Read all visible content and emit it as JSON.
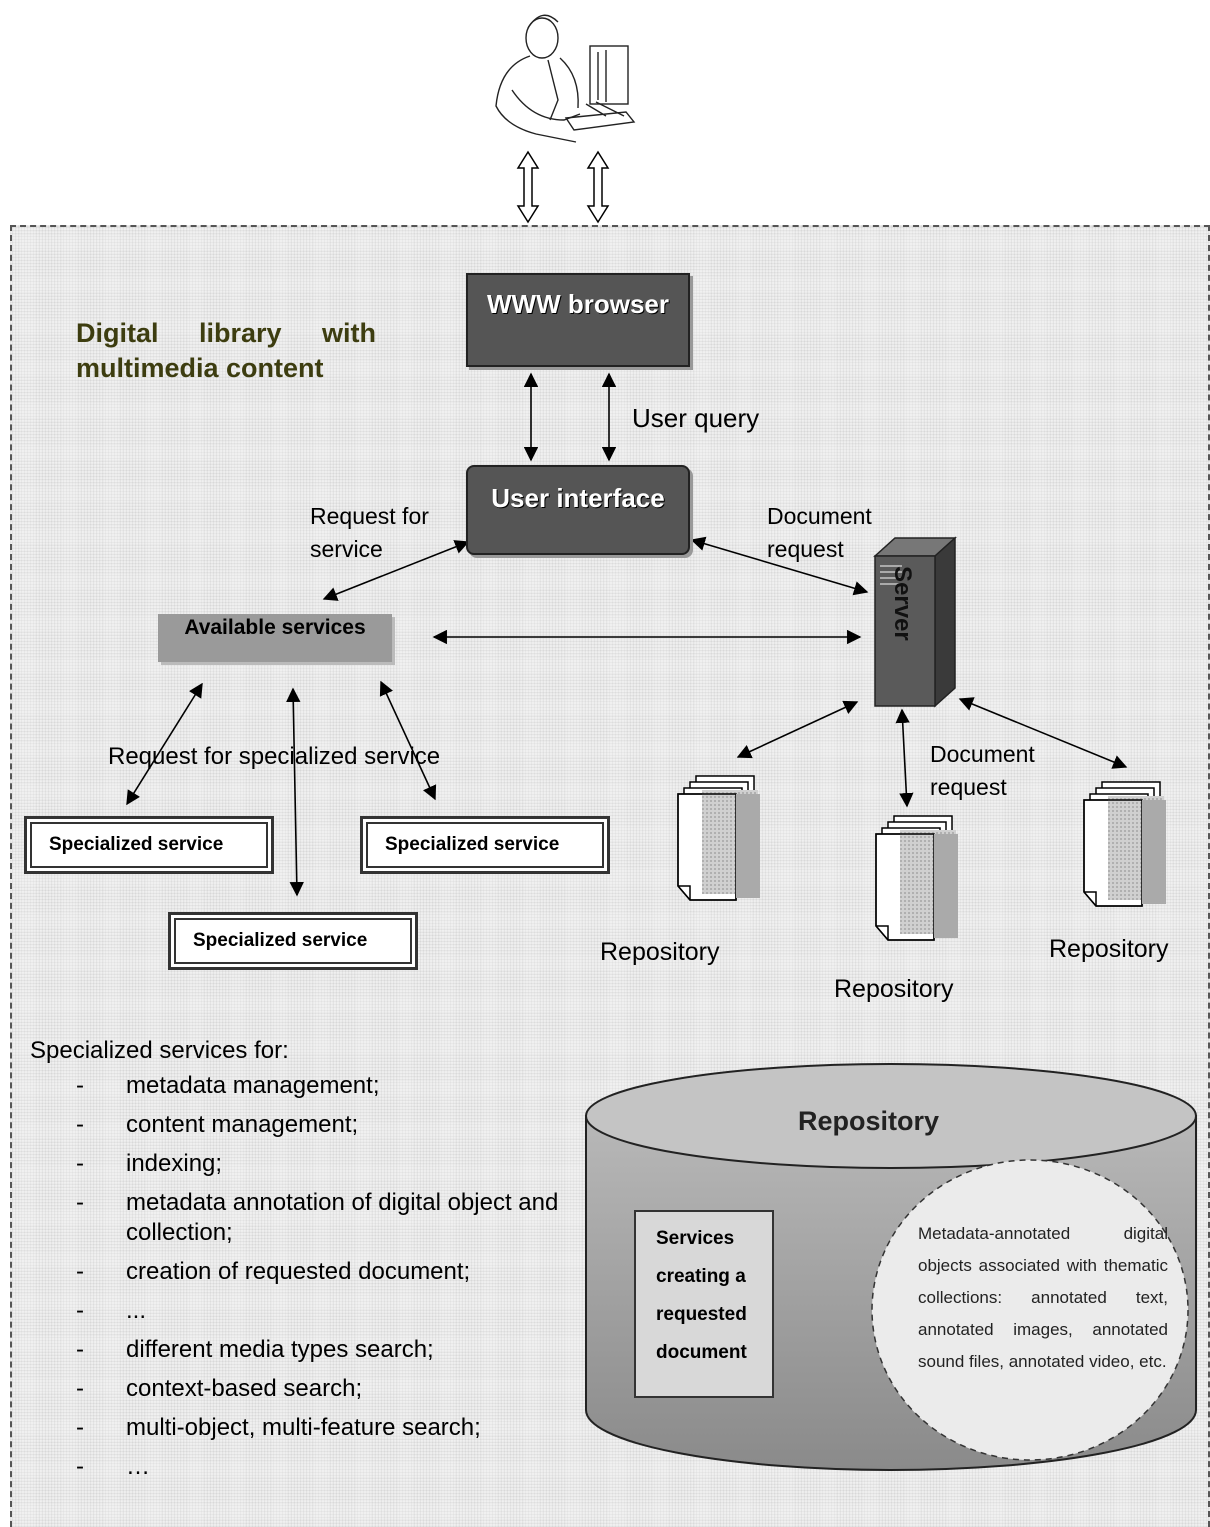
{
  "title": "Digital library with multimedia content",
  "nodes": {
    "browser": "WWW browser",
    "ui": "User interface",
    "available": "Available services",
    "server": "Server",
    "spec1": "Specialized service",
    "spec2": "Specialized service",
    "spec3": "Specialized service",
    "repo1": "Repository",
    "repo2": "Repository",
    "repo3": "Repository"
  },
  "edge_labels": {
    "user_query": "User query",
    "request_for_service": "Request for service",
    "document_request_top": "Document request",
    "request_specialized": "Request for specialized service",
    "document_request_mid": "Document request"
  },
  "services_intro": "Specialized services for:",
  "services": [
    "metadata management;",
    "content management;",
    "indexing;",
    "metadata annotation of digital object and collection;",
    "creation of requested document;",
    "...",
    "different media types search;",
    "context-based search;",
    "multi-object, multi-feature search;",
    "…"
  ],
  "repository_cylinder": {
    "label": "Repository",
    "creating_box": "Services creating a requested document",
    "objects_text": "Metadata-annotated digital objects associated with thematic collections: annotated text, annotated images, annotated sound files, annotated video, etc."
  },
  "icons": [
    "user-at-computer-icon",
    "server-icon",
    "document-stack-icon"
  ]
}
